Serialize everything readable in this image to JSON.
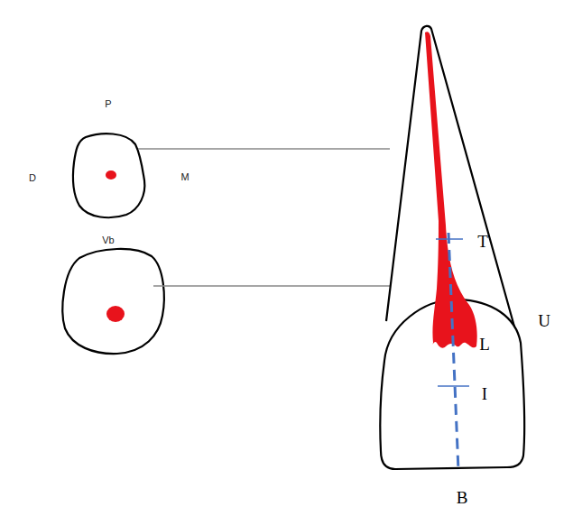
{
  "diagram": {
    "labels": [
      "P",
      "D",
      "M",
      "Vb",
      "T",
      "U",
      "L",
      "I",
      "B"
    ]
  }
}
